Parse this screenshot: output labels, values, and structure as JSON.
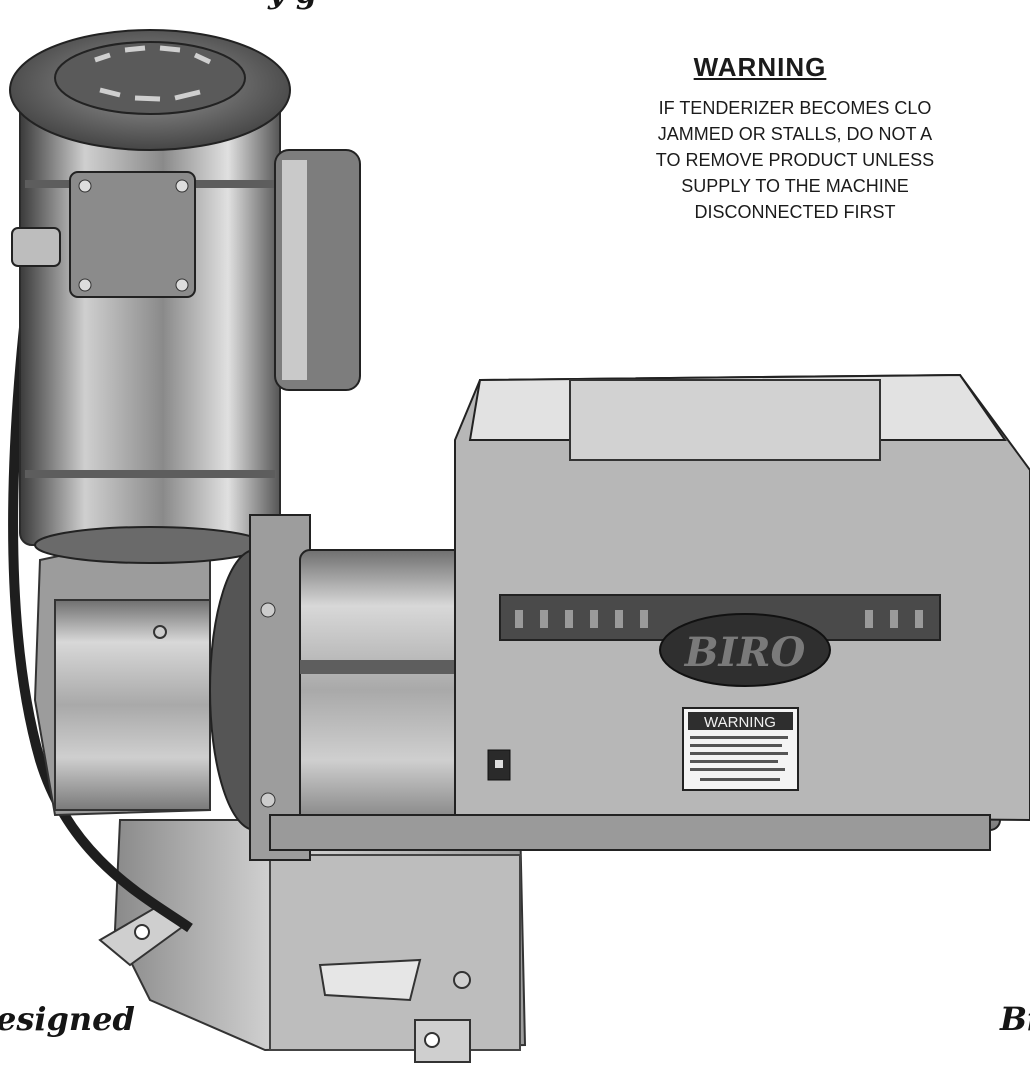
{
  "header": {
    "cut_title": "y   g"
  },
  "warning": {
    "title": "WARNING",
    "lines": [
      "IF TENDERIZER BECOMES CLO",
      "JAMMED OR STALLS, DO NOT A",
      "TO REMOVE PRODUCT UNLESS",
      "SUPPLY TO THE MACHINE",
      "DISCONNECTED FIRST"
    ]
  },
  "machine": {
    "plate_title": "WARNING",
    "logo_text": "BIRO"
  },
  "captions": {
    "left": "esigned",
    "right": "Bi"
  },
  "colors": {
    "ink": "#1b1b1b",
    "metal_light": "#d9d9d9",
    "metal_mid": "#9a9a9a",
    "metal_dark": "#3a3a3a"
  }
}
